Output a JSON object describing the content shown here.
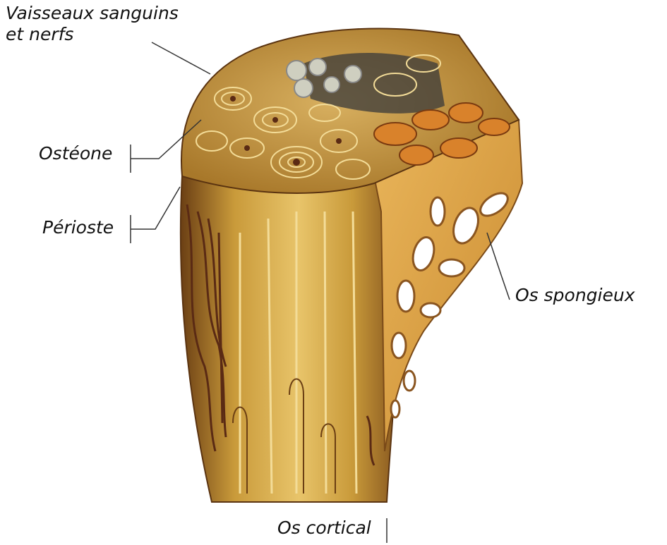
{
  "labels": {
    "vessels_line1": "Vaisseaux sanguins",
    "vessels_line2": "et nerfs",
    "osteone": "Ostéone",
    "perioste": "Périoste",
    "os_spongieux": "Os spongieux",
    "os_cortical": "Os cortical"
  },
  "colors": {
    "bone_light": "#e8c46a",
    "bone_mid": "#c99a3a",
    "bone_dark": "#7a4e18",
    "vessel_brown": "#5a2a14",
    "spongy_orange": "#d9822b",
    "background": "#ffffff"
  }
}
